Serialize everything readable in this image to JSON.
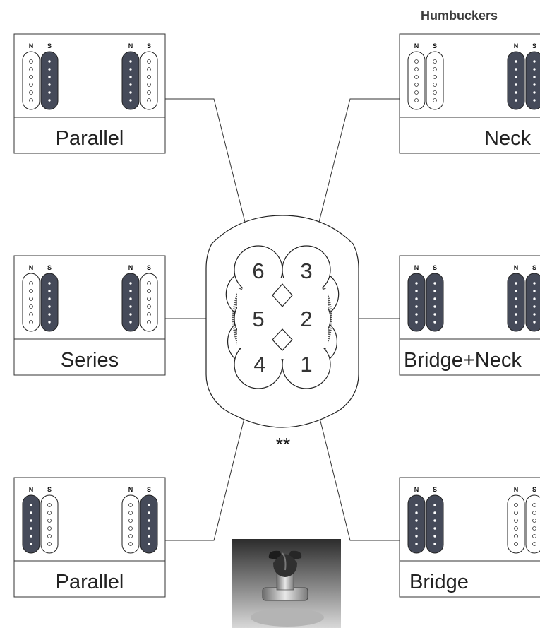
{
  "heading": "Humbuckers",
  "footnote": "**",
  "pole_labels": {
    "north": "N",
    "south": "S"
  },
  "colors": {
    "dark_coil": "#454a59",
    "stroke": "#222222",
    "light_coil": "#ffffff"
  },
  "panels": [
    {
      "id": "top-left",
      "label": "Parallel",
      "coils": [
        "light",
        "dark",
        "dark",
        "light"
      ]
    },
    {
      "id": "top-right",
      "label": "Neck",
      "coils": [
        "light",
        "light",
        "dark",
        "dark"
      ]
    },
    {
      "id": "mid-left",
      "label": "Series",
      "coils": [
        "light",
        "dark",
        "dark",
        "light"
      ]
    },
    {
      "id": "mid-right",
      "label": "Bridge+Neck",
      "coils": [
        "dark",
        "dark",
        "dark",
        "dark"
      ]
    },
    {
      "id": "bot-left",
      "label": "Parallel",
      "coils": [
        "dark",
        "light",
        "light",
        "dark"
      ]
    },
    {
      "id": "bot-right",
      "label": "Bridge",
      "coils": [
        "dark",
        "dark",
        "light",
        "light"
      ]
    }
  ],
  "switch_positions": [
    "1",
    "2",
    "3",
    "4",
    "5",
    "6"
  ],
  "photo": {
    "description_icon": "rotary-switch-knob-icon"
  }
}
